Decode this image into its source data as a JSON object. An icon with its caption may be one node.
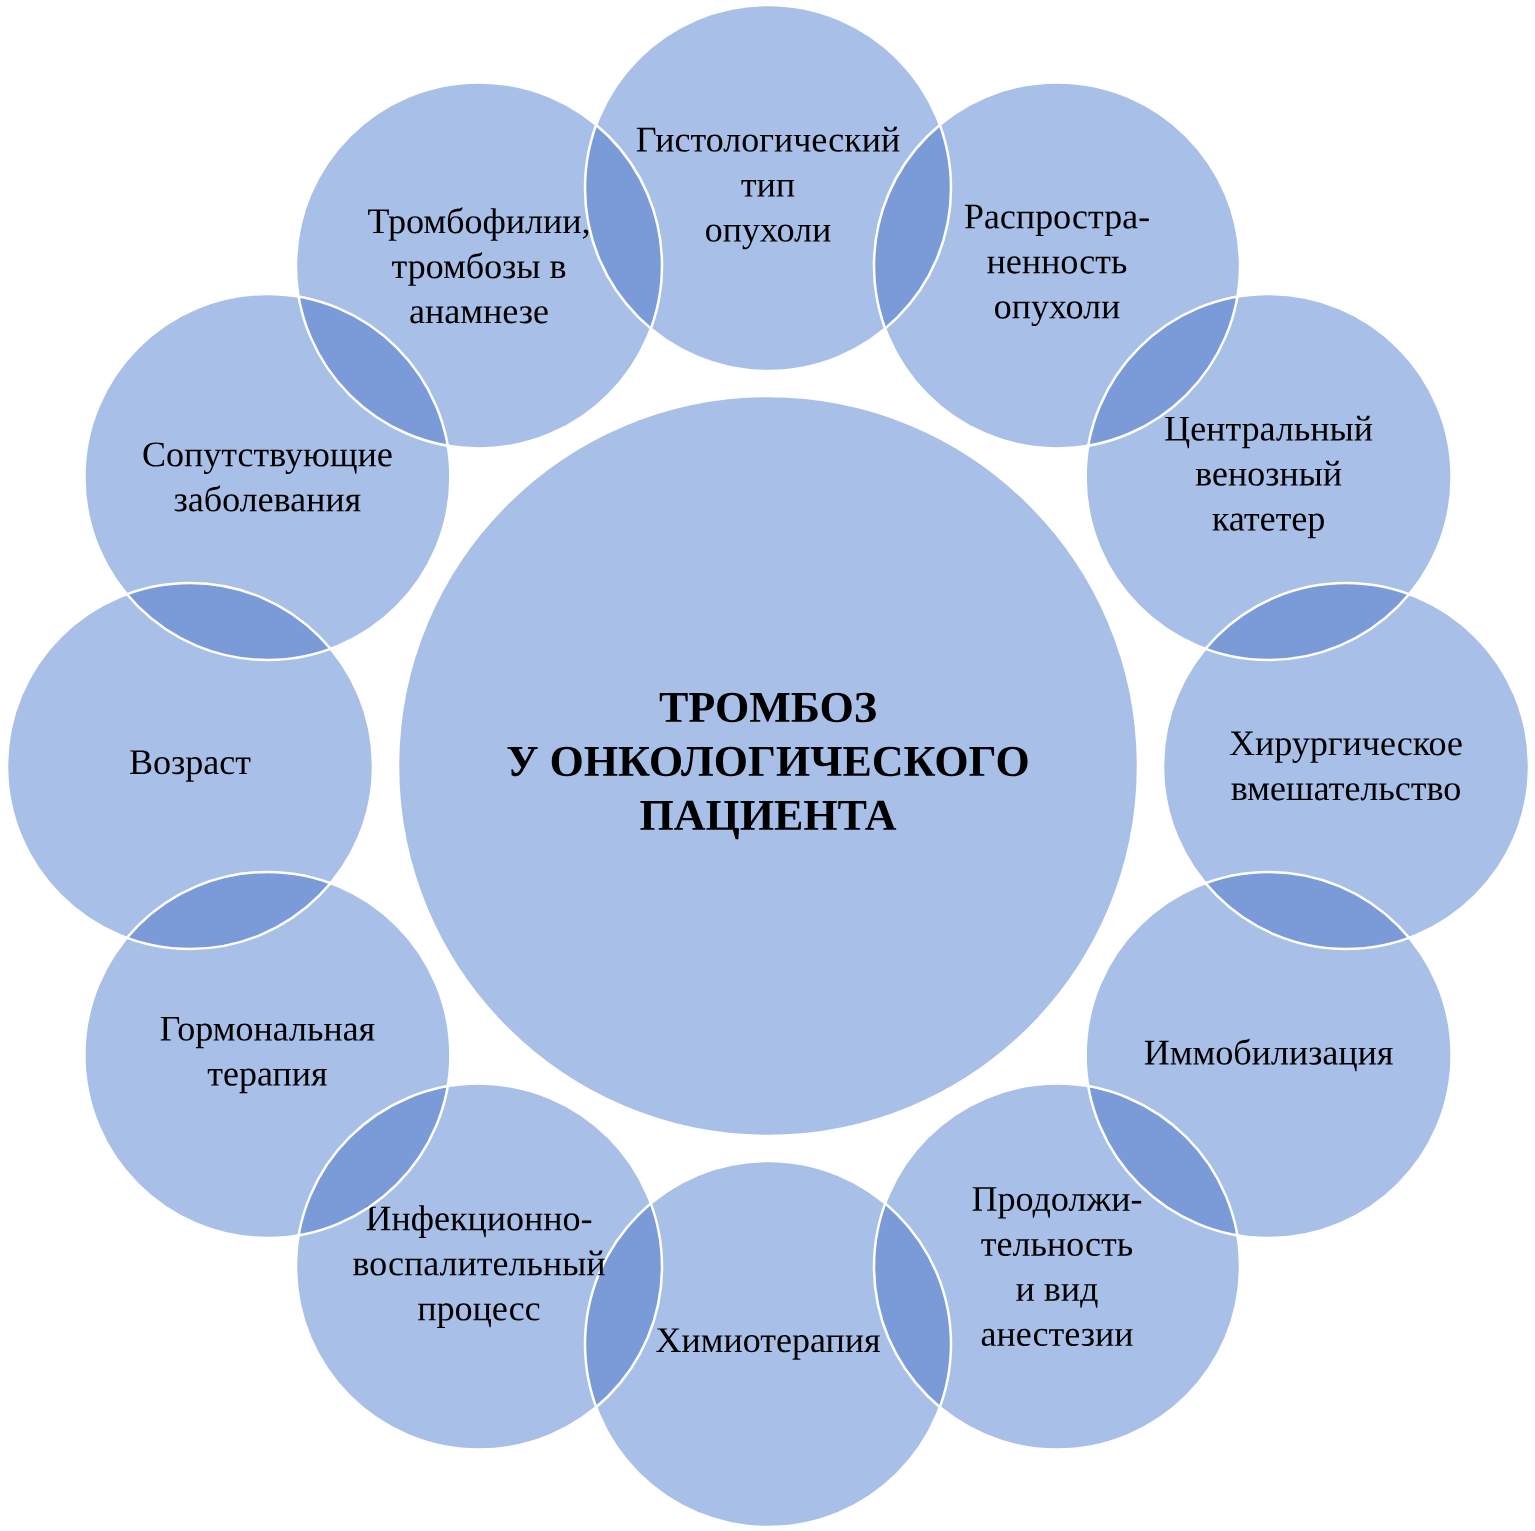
{
  "diagram": {
    "nodes": [
      {
        "text": [
          "ТРОМБОЗ У ОНКОЛОГИЧЕСКОГО ПАЦИЕНТА"
        ]
      },
      {
        "text": [
          "Гистологический тип опухоли"
        ]
      },
      {
        "text": [
          "Распростра-ненность опухоли"
        ]
      },
      {
        "text": [
          "Центральный венозный катетер"
        ]
      },
      {
        "text": [
          "Хирургическое вмешательство"
        ]
      },
      {
        "text": [
          "Иммобилизация"
        ]
      },
      {
        "text": [
          "Продолжи-тельность и вид анестезии"
        ]
      },
      {
        "text": [
          "Химиотерапия"
        ]
      },
      {
        "text": [
          "Инфекционно-воспалительный процесс"
        ]
      },
      {
        "text": [
          "Гормональная терапия"
        ]
      },
      {
        "text": [
          "Возраст"
        ]
      },
      {
        "text": [
          "Сопутствующие заболевания"
        ]
      },
      {
        "text": [
          "Тромбофилии, тромбозы в анамнезе"
        ]
      }
    ]
  }
}
